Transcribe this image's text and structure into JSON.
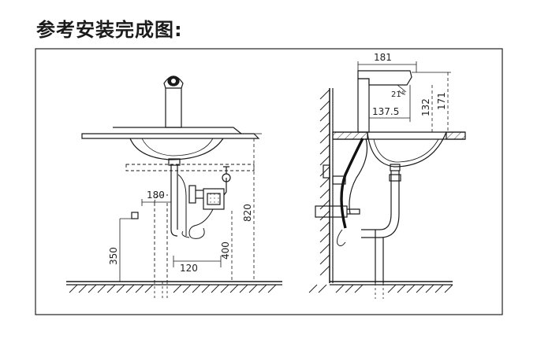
{
  "title": "参考安装完成图:",
  "front_view": {
    "dim_180": "180",
    "dim_350": "350",
    "dim_120": "120",
    "dim_400": "400",
    "dim_820": "820"
  },
  "side_view": {
    "dim_181": "181",
    "dim_132": "132",
    "dim_171": "171",
    "dim_137_5": "137.5",
    "angle": "21°"
  },
  "colors": {
    "line": "#1a1a1a",
    "hatch": "#444444",
    "frame": "#222222"
  }
}
